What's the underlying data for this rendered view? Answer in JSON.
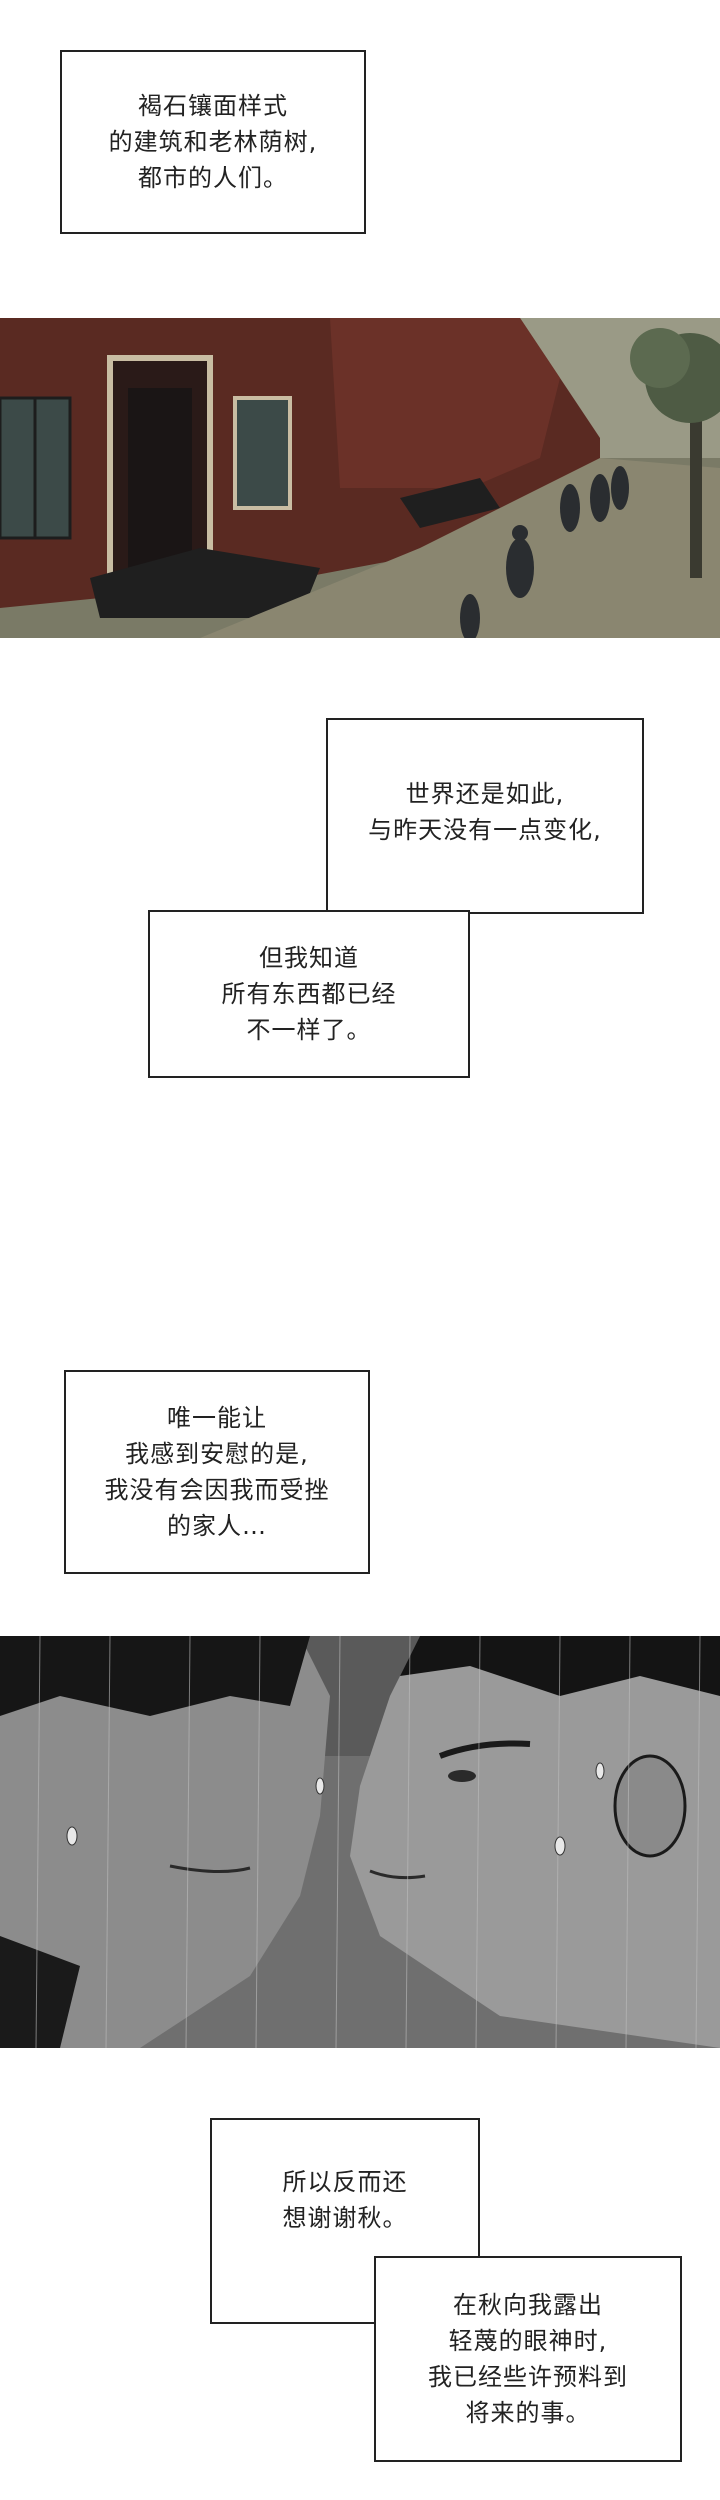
{
  "caption_1": {
    "lines": [
      "褐石镶面样式",
      "的建筑和老林荫树,",
      "都市的人们。"
    ]
  },
  "caption_2": {
    "lines": [
      "世界还是如此,",
      "与昨天没有一点变化,"
    ]
  },
  "caption_3": {
    "lines": [
      "但我知道",
      "所有东西都已经",
      "不一样了。"
    ]
  },
  "caption_4": {
    "lines": [
      "唯一能让",
      "我感到安慰的是,",
      "我没有会因我而受挫",
      "的家人…"
    ]
  },
  "caption_5": {
    "lines": [
      "所以反而还",
      "想谢谢秋。"
    ]
  },
  "caption_6": {
    "lines": [
      "在秋向我露出",
      "轻蔑的眼神时,",
      "我已经些许预料到",
      "将来的事。"
    ]
  },
  "colors": {
    "brick": "#5a2a22",
    "sky": "#7a7a66",
    "street": "#8a8670",
    "rain_panel": "#6f6f6f",
    "border": "#222222"
  }
}
